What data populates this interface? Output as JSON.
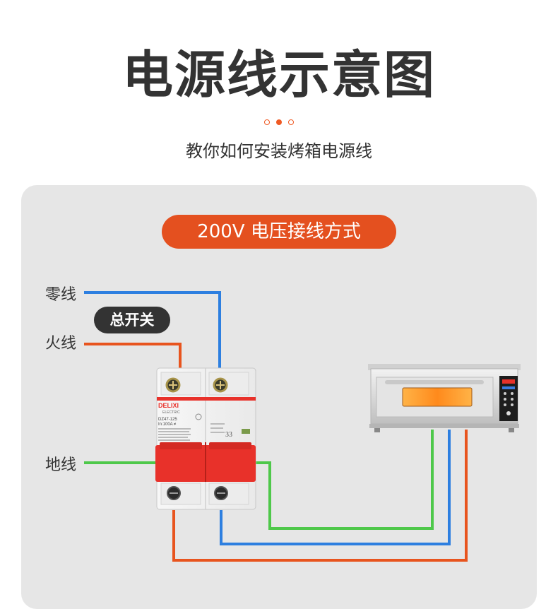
{
  "header": {
    "title": "电源线示意图",
    "subtitle": "教你如何安装烤箱电源线"
  },
  "diagram": {
    "pill_label": "200V 电压接线方式",
    "labels": {
      "neutral": "零线",
      "live": "火线",
      "ground": "地线"
    },
    "switch_badge": "总开关",
    "breaker": {
      "brand": "DELIXI",
      "brand_sub": "ELECTRIC",
      "model": "DZ47-125",
      "rating": "In:100A ≠",
      "pole2_mark": "33"
    }
  },
  "colors": {
    "accent": "#e4501f",
    "neutral_wire": "#2d7fe0",
    "live_wire": "#e8541e",
    "ground_wire": "#4ec84a",
    "breaker_red": "#e8312a",
    "panel_bg": "#e6e6e6",
    "text": "#333333"
  },
  "icons": {
    "breaker": "circuit-breaker-icon",
    "oven": "oven-icon"
  }
}
